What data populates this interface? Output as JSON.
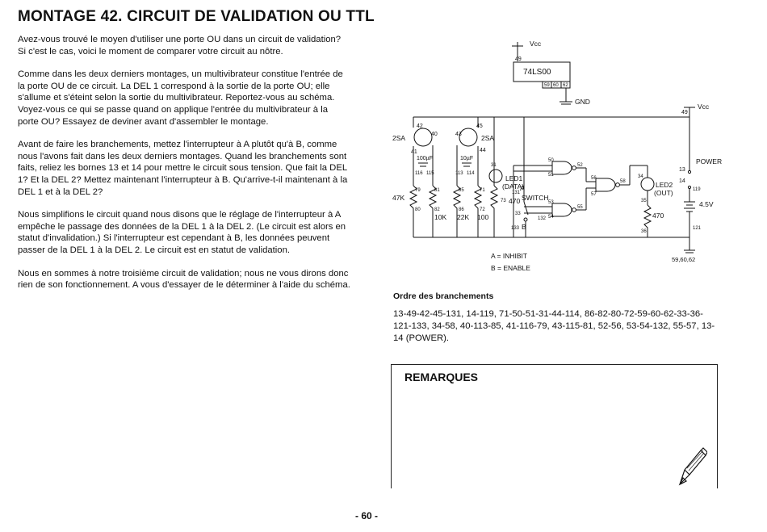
{
  "page": {
    "title": "MONTAGE 42. CIRCUIT DE VALIDATION OU TTL",
    "page_number": "- 60 -"
  },
  "paragraphs": [
    "Avez-vous trouvé le moyen d'utiliser une porte OU dans un circuit de validation? Si c'est le cas, voici le moment de comparer votre circuit au nôtre.",
    "Comme dans les deux derniers montages, un multivibrateur constitue l'entrée de la porte OU de ce circuit. La DEL 1 correspond à la sortie de la porte OU; elle s'allume et s'éteint selon la sortie du multivibrateur. Reportez-vous au schéma. Voyez-vous ce qui se passe quand on applique l'entrée du multivibrateur à la porte OU? Essayez de deviner avant d'assembler le montage.",
    "Avant de faire les branchements, mettez l'interrupteur à A plutôt qu'à B, comme nous l'avons fait dans les deux derniers montages. Quand les branchements sont faits, reliez les bornes 13 et 14 pour mettre le circuit sous tension. Que fait la DEL 1? Et la DEL 2? Mettez maintenant l'interrupteur à B. Qu'arrive-t-il maintenant à la DEL 1 et à la DEL 2?",
    "Nous simplifions le circuit quand nous disons que le réglage de l'interrupteur à A empêche le passage des données de la DEL 1 à la DEL 2. (Le circuit est alors en statut d'invalidation.) Si l'interrupteur est cependant à B, les données peuvent passer de la DEL 1 à la DEL 2. Le circuit est en statut de validation.",
    "Nous en sommes à notre troisième circuit de validation; nous ne vous dirons donc rien de son fonctionnement. A vous d'essayer de le déterminer à l'aide du schéma."
  ],
  "schematic": {
    "vcc": "Vcc",
    "gnd": "GND",
    "chip": "74LS00",
    "power": "POWER",
    "voltage": "4.5V",
    "led1": "LED1",
    "data": "(DATA)",
    "led2": "LED2",
    "out": "(OUT)",
    "switch": "SWITCH",
    "transistor": "2SA",
    "r47k": "47K",
    "r10k": "10K",
    "r22k": "22K",
    "r100": "100",
    "r470": "470",
    "cap100": "100µF",
    "cap10": "10µF",
    "sw_a": "A",
    "sw_b": "B",
    "legend_a": "A = INHIBIT",
    "legend_b": "B = ENABLE",
    "gnd_terms": "59,60,62",
    "t49": "49",
    "t59": "59",
    "t60": "60",
    "t62": "62",
    "t42": "42",
    "t40": "40",
    "t41": "41",
    "t43": "43",
    "t45": "45",
    "t44": "44",
    "t116": "116",
    "t115": "115",
    "t113": "113",
    "t114": "114",
    "t79": "79",
    "t80": "80",
    "t81": "81",
    "t82": "82",
    "t85": "85",
    "t86": "86",
    "t71": "71",
    "t72": "72",
    "t31": "31",
    "t131": "131",
    "t73": "73",
    "t33": "33",
    "t132": "132",
    "t133": "133",
    "t50": "50",
    "t51": "51",
    "t52": "52",
    "t53": "53",
    "t54": "54",
    "t55": "55",
    "t56": "56",
    "t57": "57",
    "t58": "58",
    "t34": "34",
    "t35": "35",
    "t36": "36",
    "t13": "13",
    "t14": "14",
    "t119": "119",
    "t121": "121"
  },
  "order": {
    "title": "Ordre des branchements",
    "text": "13-49-42-45-131, 14-119, 71-50-51-31-44-114, 86-82-80-72-59-60-62-33-36-121-133, 34-58, 40-113-85, 41-116-79, 43-115-81, 52-56, 53-54-132, 55-57, 13-14 (POWER)."
  },
  "remarks": {
    "title": "REMARQUES"
  },
  "icons": [
    "pencil-icon"
  ]
}
